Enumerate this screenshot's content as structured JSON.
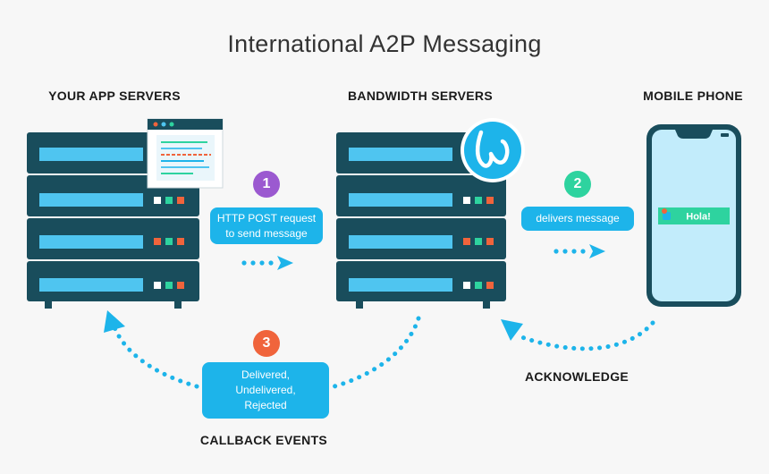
{
  "title": "International A2P Messaging",
  "nodes": {
    "app": {
      "heading": "YOUR APP SERVERS"
    },
    "bandwidth": {
      "heading": "BANDWIDTH SERVERS"
    },
    "phone": {
      "heading": "MOBILE PHONE",
      "message": "Hola!"
    }
  },
  "steps": [
    {
      "number": "1",
      "color": "#9b59d0",
      "lines": [
        "HTTP POST request",
        "to send message"
      ]
    },
    {
      "number": "2",
      "color": "#2ed39f",
      "lines": [
        "delivers message"
      ]
    },
    {
      "number": "3",
      "color": "#f0643c",
      "lines": [
        "Delivered,",
        "Undelivered,",
        "Rejected"
      ]
    }
  ],
  "labels": {
    "callback": "CALLBACK EVENTS",
    "acknowledge": "ACKNOWLEDGE"
  },
  "colors": {
    "server_body": "#194d5c",
    "slot": "#4fc5f0",
    "accent": "#1db4ea",
    "led_white": "#ffffff",
    "led_green": "#2ed39f",
    "led_red": "#f0643c"
  },
  "icons": {
    "bandwidth_logo": "bandwidth-logo-icon",
    "browser_window": "browser-window-icon",
    "app_icon": "app-icon"
  }
}
